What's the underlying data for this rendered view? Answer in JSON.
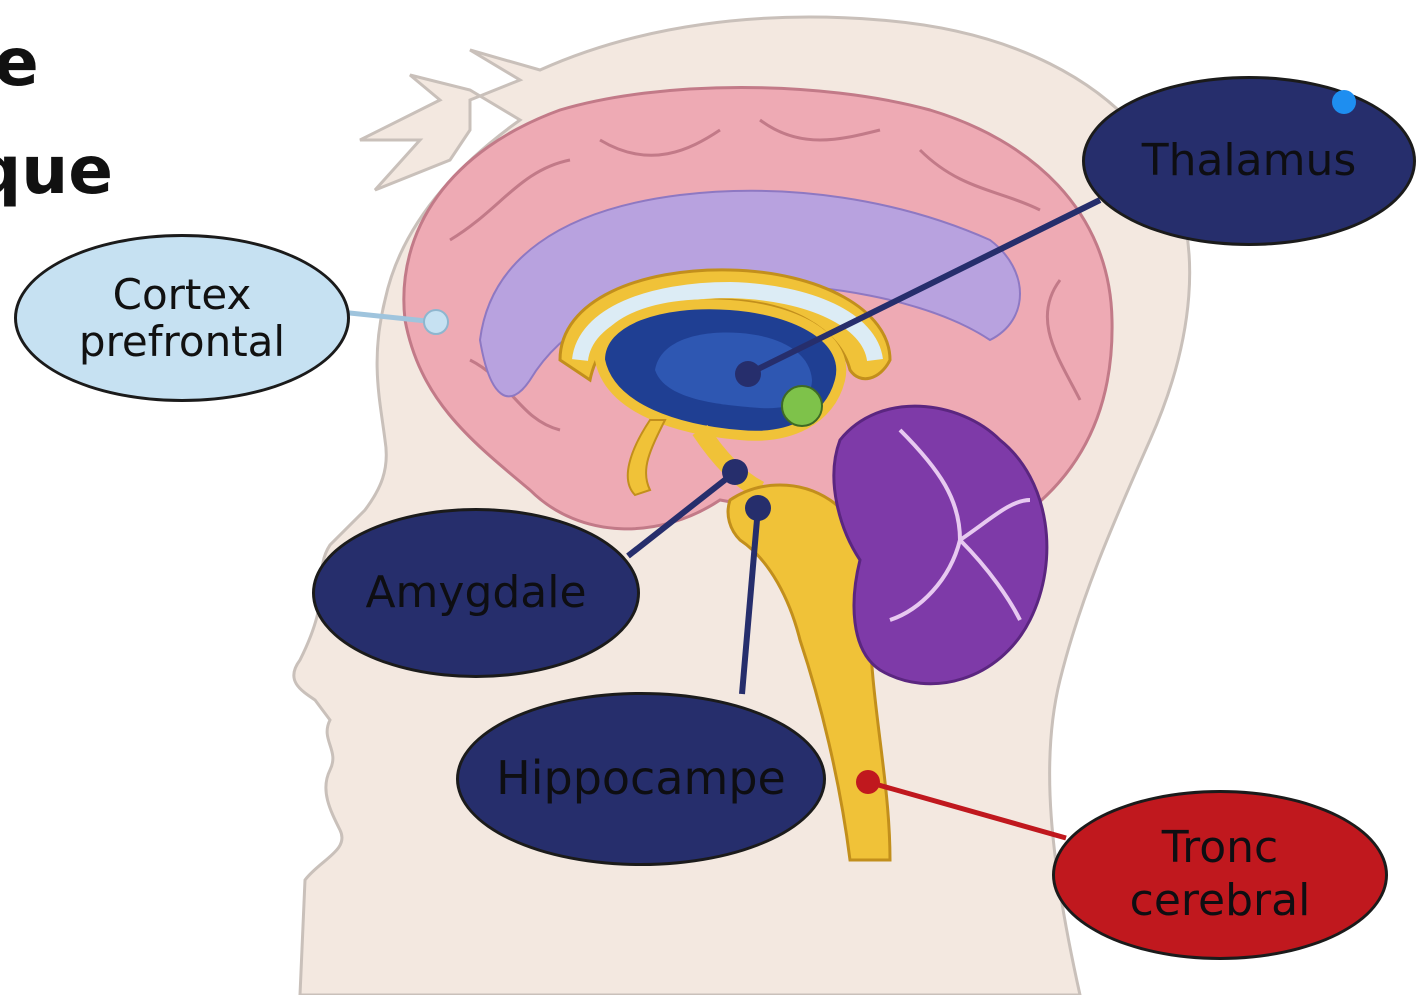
{
  "headings": {
    "line1": "e",
    "line2": "que"
  },
  "labels": {
    "cortex": "Cortex\nprefrontal",
    "thalamus": "Thalamus",
    "amygdale": "Amygdale",
    "hippocampe": "Hippocampe",
    "tronc": "Tronc\ncerebral"
  },
  "colors": {
    "skin": "#f3e8e0",
    "brain_pink": "#eeaab4",
    "ventricle_lavender": "#b8a2df",
    "limbic_gold": "#f0c238",
    "deep_blue": "#1f3f93",
    "cerebellum_purple": "#7e3aa8",
    "navy_label": "#262e6c",
    "light_blue_label": "#c6e1f2",
    "red_label": "#c0181e",
    "accent_dot": "#1e8ef0"
  },
  "icons": [
    "brain-illustration",
    "head-silhouette",
    "corner-logo-dot"
  ]
}
